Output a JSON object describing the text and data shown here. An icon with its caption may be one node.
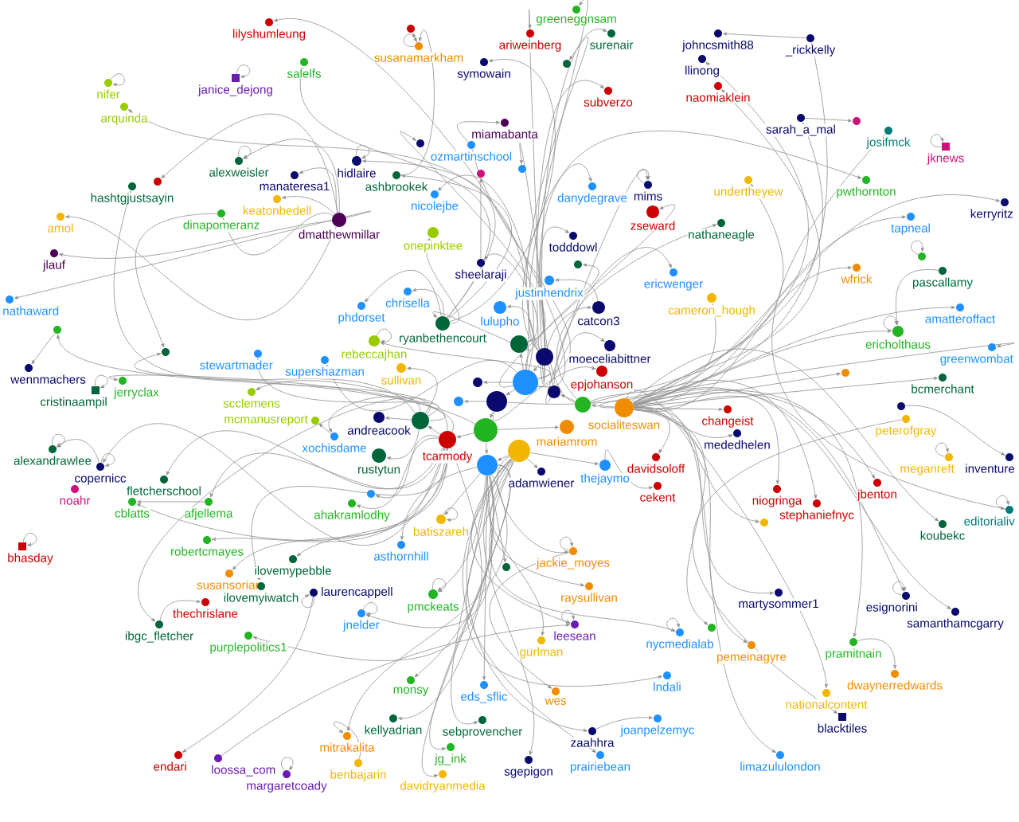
{
  "diagram": {
    "nodes": [
      {
        "text": [
          "greeneggnsam"
        ]
      },
      {
        "text": [
          "lilyshumleung"
        ]
      },
      {
        "text": [],
        "shape": "circle"
      },
      {
        "text": [
          "ariweinberg"
        ]
      },
      {
        "text": [
          "surenair"
        ]
      },
      {
        "text": [
          "johncsmith88"
        ]
      },
      {
        "text": [
          "_rickkelly"
        ]
      },
      {
        "text": [
          "susanamarkham"
        ]
      },
      {
        "text": [
          "llinong"
        ]
      },
      {
        "text": [
          "salelfs"
        ]
      },
      {
        "text": [
          "symowain"
        ]
      },
      {
        "text": [],
        "shape": "circle"
      },
      {
        "text": [
          "janice_dejong"
        ]
      },
      {
        "text": [
          "nifer"
        ]
      },
      {
        "text": [
          "naomiaklein"
        ]
      },
      {
        "text": [
          "subverzo"
        ]
      },
      {
        "text": [
          "arquinda"
        ]
      },
      {
        "text": [
          "sarah_a_mal"
        ]
      },
      {
        "text": [],
        "shape": "circle"
      },
      {
        "text": [
          "miamabanta"
        ]
      },
      {
        "text": [
          "josifmck"
        ]
      },
      {
        "text": [
          "jknews"
        ]
      },
      {
        "text": [],
        "shape": "circle"
      },
      {
        "text": [
          "ozmartinschool"
        ]
      },
      {
        "text": [
          "hidlaire"
        ]
      },
      {
        "text": [
          "alexweisler"
        ]
      },
      {
        "text": [],
        "shape": "circle"
      },
      {
        "text": [],
        "shape": "circle"
      },
      {
        "text": [
          "ashbrookek"
        ]
      },
      {
        "text": [
          "manateresa1"
        ]
      },
      {
        "text": [
          "undertheyew"
        ]
      },
      {
        "text": [
          "pwthornton"
        ]
      },
      {
        "text": [],
        "shape": "circle"
      },
      {
        "text": [
          "hashtgjustsayin"
        ]
      },
      {
        "text": [
          "danydegrave"
        ]
      },
      {
        "text": [
          "mims"
        ]
      },
      {
        "text": [
          "keatonbedell"
        ]
      },
      {
        "text": [
          "nicolejbe"
        ]
      },
      {
        "text": [
          "kerryritz"
        ]
      },
      {
        "text": [
          "dinapomeranz"
        ]
      },
      {
        "text": [
          "zseward"
        ]
      },
      {
        "text": [
          "amol"
        ]
      },
      {
        "text": [
          "tapneal"
        ]
      },
      {
        "text": [
          "dmatthewmillar"
        ]
      },
      {
        "text": [
          "nathaneagle"
        ]
      },
      {
        "text": [
          "onepinktee"
        ]
      },
      {
        "text": [
          "todddowl"
        ]
      },
      {
        "text": [
          "jlauf"
        ]
      },
      {
        "text": [],
        "shape": "circle"
      },
      {
        "text": [
          "sheelaraji"
        ]
      },
      {
        "text": [],
        "shape": "circle"
      },
      {
        "text": [
          "wfrick"
        ]
      },
      {
        "text": [
          "pascallamy"
        ]
      },
      {
        "text": [
          "ericwenger"
        ]
      },
      {
        "text": [
          "justinhendrix"
        ]
      },
      {
        "text": [
          "chrisella"
        ]
      },
      {
        "text": [
          "cameron_hough"
        ]
      },
      {
        "text": [
          "nathaward"
        ]
      },
      {
        "text": [
          "lulupho"
        ]
      },
      {
        "text": [
          "phdorset"
        ]
      },
      {
        "text": [
          "catcon3"
        ]
      },
      {
        "text": [
          "amatteroffact"
        ]
      },
      {
        "text": [],
        "shape": "circle"
      },
      {
        "text": [
          "ericholthaus"
        ]
      },
      {
        "text": [],
        "shape": "circle"
      },
      {
        "text": [
          "ryanbethencourt"
        ]
      },
      {
        "text": [
          "rebeccajhan"
        ]
      },
      {
        "text": [],
        "shape": "circle"
      },
      {
        "text": [],
        "shape": "circle"
      },
      {
        "text": [
          "moeceliabittner"
        ]
      },
      {
        "text": [
          "greenwombat"
        ]
      },
      {
        "text": [
          "supershazman"
        ]
      },
      {
        "text": [],
        "shape": "circle"
      },
      {
        "text": [
          "stewartmader"
        ]
      },
      {
        "text": [
          "wennmachers"
        ]
      },
      {
        "text": [
          "sullivan"
        ]
      },
      {
        "text": [
          "epjohanson"
        ]
      },
      {
        "text": [],
        "shape": "circle"
      },
      {
        "text": [],
        "shape": "circle"
      },
      {
        "text": [
          "bcmerchant"
        ]
      },
      {
        "text": [
          "cristinaampil"
        ]
      },
      {
        "text": [
          "jerryclax"
        ]
      },
      {
        "text": [],
        "shape": "circle"
      },
      {
        "text": [],
        "shape": "circle"
      },
      {
        "text": [
          "scclemens"
        ]
      },
      {
        "text": [],
        "shape": "circle"
      },
      {
        "text": [],
        "shape": "circle"
      },
      {
        "text": [
          "socialiteswan"
        ]
      },
      {
        "text": [
          "changeist"
        ]
      },
      {
        "text": [
          "mcmanusreport"
        ]
      },
      {
        "text": [],
        "shape": "circle"
      },
      {
        "text": [
          "andreacook"
        ]
      },
      {
        "text": [
          "peterofgray"
        ]
      },
      {
        "text": [],
        "shape": "circle"
      },
      {
        "text": [
          "mariamrom"
        ]
      },
      {
        "text": [],
        "shape": "circle"
      },
      {
        "text": [
          "xochisdame"
        ]
      },
      {
        "text": [
          "mededhelen"
        ]
      },
      {
        "text": [
          "tcarmody"
        ]
      },
      {
        "text": [],
        "shape": "circle"
      },
      {
        "text": [
          "alexandrawlee"
        ]
      },
      {
        "text": [
          "rustytun"
        ]
      },
      {
        "text": [],
        "shape": "circle"
      },
      {
        "text": [
          "davidsoloff"
        ]
      },
      {
        "text": [
          "meganreft"
        ]
      },
      {
        "text": [
          "inventure"
        ]
      },
      {
        "text": [
          "adamwiener"
        ]
      },
      {
        "text": [
          "thejaymo"
        ]
      },
      {
        "text": [
          "copernicc"
        ]
      },
      {
        "text": [
          "fletcherschool"
        ]
      },
      {
        "text": [
          "cekent"
        ]
      },
      {
        "text": [
          "jbenton"
        ]
      },
      {
        "text": [
          "noahr"
        ]
      },
      {
        "text": [
          "niogringa"
        ]
      },
      {
        "text": [],
        "shape": "circle"
      },
      {
        "text": [
          "ahakramlodhy"
        ]
      },
      {
        "text": [
          "cblatts"
        ]
      },
      {
        "text": [
          "afjellema"
        ]
      },
      {
        "text": [
          "stephaniefnyc"
        ]
      },
      {
        "text": [
          "editorialiv"
        ]
      },
      {
        "text": [],
        "shape": "circle"
      },
      {
        "text": [
          "batiszareh"
        ]
      },
      {
        "text": [
          "koubekc"
        ]
      },
      {
        "text": [
          "robertcmayes"
        ]
      },
      {
        "text": [
          "asthornhill"
        ]
      },
      {
        "text": [
          "bhasday"
        ]
      },
      {
        "text": [
          "jackie_moyes"
        ]
      },
      {
        "text": [
          "ilovemypebble"
        ]
      },
      {
        "text": [],
        "shape": "circle"
      },
      {
        "text": [
          "susansorian"
        ]
      },
      {
        "text": [
          "raysullivan"
        ]
      },
      {
        "text": [
          "ilovemyiwatch"
        ]
      },
      {
        "text": [
          "laurencappell"
        ]
      },
      {
        "text": [
          "martysommer1"
        ]
      },
      {
        "text": [
          "pmckeats"
        ]
      },
      {
        "text": [
          "esignorini"
        ]
      },
      {
        "text": [
          "thechrislane"
        ]
      },
      {
        "text": [
          "samanthamcgarry"
        ]
      },
      {
        "text": [
          "ibgc_fletcher"
        ]
      },
      {
        "text": [
          "jnelder"
        ]
      },
      {
        "text": [
          "leesean"
        ]
      },
      {
        "text": [],
        "shape": "circle"
      },
      {
        "text": [
          "nycmedialab"
        ]
      },
      {
        "text": [
          "purplepolitics1"
        ]
      },
      {
        "text": [
          "gurlman"
        ]
      },
      {
        "text": [
          "pramitnain"
        ]
      },
      {
        "text": [
          "pemeinagyre"
        ]
      },
      {
        "text": [
          "dwaynerredwards"
        ]
      },
      {
        "text": [
          "lndali"
        ]
      },
      {
        "text": [
          "monsy"
        ]
      },
      {
        "text": [
          "eds_sflic"
        ]
      },
      {
        "text": [
          "wes"
        ]
      },
      {
        "text": [
          "nationalcontent"
        ]
      },
      {
        "text": [
          "blacktiles"
        ]
      },
      {
        "text": [
          "joanpelzemyc"
        ]
      },
      {
        "text": [
          "kellyadrian"
        ]
      },
      {
        "text": [
          "sebprovencher"
        ]
      },
      {
        "text": [
          "zaahhra"
        ]
      },
      {
        "text": [
          "mitrakalita"
        ]
      },
      {
        "text": [
          "jg_ink"
        ]
      },
      {
        "text": [
          "endari"
        ]
      },
      {
        "text": [
          "limazululondon"
        ]
      },
      {
        "text": [
          "prairiebean"
        ]
      },
      {
        "text": [
          "loossa_com"
        ]
      },
      {
        "text": [
          "sgepigon"
        ]
      },
      {
        "text": [
          "benbajarin"
        ]
      },
      {
        "text": [
          "davidryanmedia"
        ]
      },
      {
        "text": [
          "margaretcoady"
        ]
      }
    ],
    "edges": [
      {
        "from": 68,
        "to": 0,
        "arrow": "to"
      },
      {
        "from": 78,
        "to": 1,
        "arrow": "to"
      },
      {
        "from": 7,
        "to": 2,
        "arrow": "to"
      },
      {
        "from": 68,
        "to": 3,
        "arrow": "to"
      },
      {
        "from": 85,
        "to": 4,
        "arrow": "to"
      },
      {
        "from": 6,
        "to": 5,
        "arrow": "to"
      },
      {
        "from": 82,
        "to": 6,
        "arrow": "to"
      },
      {
        "from": 7,
        "to": 7,
        "arrow": "to"
      },
      {
        "from": 28,
        "to": 7,
        "arrow": "to"
      },
      {
        "from": 87,
        "to": 8,
        "arrow": "to"
      },
      {
        "from": 65,
        "to": 9,
        "arrow": "to"
      },
      {
        "from": 65,
        "to": 10,
        "arrow": "to"
      },
      {
        "from": 68,
        "to": 11,
        "arrow": "to"
      },
      {
        "from": 12,
        "to": 12,
        "arrow": "to"
      },
      {
        "from": 13,
        "to": 13,
        "arrow": "to"
      },
      {
        "from": 85,
        "to": 14,
        "arrow": "to"
      },
      {
        "from": 68,
        "to": 15,
        "arrow": "to"
      },
      {
        "from": 78,
        "to": 16,
        "arrow": "to"
      },
      {
        "from": 17,
        "to": 18,
        "arrow": "to"
      },
      {
        "from": 87,
        "to": 17,
        "arrow": "to"
      },
      {
        "from": 23,
        "to": 19,
        "arrow": "to"
      },
      {
        "from": 20,
        "to": 119,
        "arrow": "to"
      },
      {
        "from": 21,
        "to": 21,
        "arrow": "to"
      },
      {
        "from": 67,
        "to": 22,
        "arrow": "to"
      },
      {
        "from": 78,
        "to": 23,
        "arrow": "to"
      },
      {
        "from": 24,
        "to": 24,
        "arrow": "to"
      },
      {
        "from": 65,
        "to": 24,
        "arrow": "to"
      },
      {
        "from": 25,
        "to": 25,
        "arrow": "to"
      },
      {
        "from": 43,
        "to": 25,
        "arrow": "to"
      },
      {
        "from": 49,
        "to": 26,
        "arrow": "to"
      },
      {
        "from": 68,
        "to": 27,
        "arrow": "to"
      },
      {
        "from": 65,
        "to": 28,
        "arrow": "to"
      },
      {
        "from": 43,
        "to": 29,
        "arrow": "to"
      },
      {
        "from": 87,
        "to": 30,
        "arrow": "to"
      },
      {
        "from": 83,
        "to": 31,
        "arrow": "to"
      },
      {
        "from": 43,
        "to": 32,
        "arrow": "to"
      },
      {
        "from": 93,
        "to": 33,
        "arrow": "to"
      },
      {
        "from": 68,
        "to": 34,
        "arrow": "to"
      },
      {
        "from": 35,
        "to": 35,
        "arrow": "to"
      },
      {
        "from": 83,
        "to": 35,
        "arrow": "to"
      },
      {
        "from": 43,
        "to": 36,
        "arrow": "to"
      },
      {
        "from": 78,
        "to": 37,
        "arrow": "to"
      },
      {
        "from": 87,
        "to": 38,
        "arrow": "to"
      },
      {
        "from": 39,
        "to": 72,
        "arrow": "to"
      },
      {
        "from": 43,
        "to": 39,
        "arrow": "to"
      },
      {
        "from": 78,
        "to": 40,
        "arrow": "to"
      },
      {
        "from": 43,
        "to": 41,
        "arrow": "to"
      },
      {
        "from": 87,
        "to": 42,
        "arrow": "to"
      },
      {
        "from": 43,
        "to": 47,
        "arrow": "to"
      },
      {
        "from": 85,
        "to": 44,
        "arrow": "to"
      },
      {
        "from": 65,
        "to": 45,
        "arrow": "to"
      },
      {
        "from": 68,
        "to": 46,
        "arrow": "to"
      },
      {
        "from": 78,
        "to": 48,
        "arrow": "to"
      },
      {
        "from": 67,
        "to": 49,
        "arrow": "to"
      },
      {
        "from": 50,
        "to": 50,
        "arrow": "to"
      },
      {
        "from": 87,
        "to": 51,
        "arrow": "to"
      },
      {
        "from": 52,
        "to": 63,
        "arrow": "to"
      },
      {
        "from": 83,
        "to": 53,
        "arrow": "to"
      },
      {
        "from": 60,
        "to": 54,
        "arrow": "to"
      },
      {
        "from": 65,
        "to": 55,
        "arrow": "to"
      },
      {
        "from": 85,
        "to": 56,
        "arrow": "to"
      },
      {
        "from": 43,
        "to": 57,
        "arrow": "to"
      },
      {
        "from": 68,
        "to": 58,
        "arrow": "to"
      },
      {
        "from": 65,
        "to": 59,
        "arrow": "to"
      },
      {
        "from": 68,
        "to": 60,
        "arrow": "to"
      },
      {
        "from": 87,
        "to": 61,
        "arrow": "to"
      },
      {
        "from": 78,
        "to": 62,
        "arrow": "to"
      },
      {
        "from": 63,
        "to": 63,
        "arrow": "to"
      },
      {
        "from": 87,
        "to": 63,
        "arrow": "to"
      },
      {
        "from": 93,
        "to": 64,
        "arrow": "to"
      },
      {
        "from": 67,
        "to": 65,
        "arrow": "to"
      },
      {
        "from": 66,
        "to": 66,
        "arrow": "to"
      },
      {
        "from": 78,
        "to": 66,
        "arrow": "to"
      },
      {
        "from": 78,
        "to": 67,
        "arrow": "to"
      },
      {
        "from": 68,
        "to": 78,
        "arrow": "to"
      },
      {
        "from": 78,
        "to": 69,
        "arrow": "to"
      },
      {
        "from": 87,
        "to": 70,
        "arrow": "to"
      },
      {
        "from": 78,
        "to": 71,
        "arrow": "to"
      },
      {
        "from": 95,
        "to": 72,
        "arrow": "to"
      },
      {
        "from": 93,
        "to": 73,
        "arrow": "to"
      },
      {
        "from": 64,
        "to": 74,
        "arrow": "to"
      },
      {
        "from": 93,
        "to": 75,
        "arrow": "to"
      },
      {
        "from": 82,
        "to": 76,
        "arrow": "to"
      },
      {
        "from": 87,
        "to": 77,
        "arrow": "to"
      },
      {
        "from": 78,
        "to": 82,
        "arrow": "to"
      },
      {
        "from": 87,
        "to": 79,
        "arrow": "to"
      },
      {
        "from": 80,
        "to": 80,
        "arrow": "to"
      },
      {
        "from": 98,
        "to": 81,
        "arrow": "to"
      },
      {
        "from": 85,
        "to": 83,
        "arrow": "to"
      },
      {
        "from": 93,
        "to": 84,
        "arrow": "to"
      },
      {
        "from": 87,
        "to": 85,
        "arrow": "to"
      },
      {
        "from": 82,
        "to": 86,
        "arrow": "to"
      },
      {
        "from": 87,
        "to": 88,
        "arrow": "to"
      },
      {
        "from": 96,
        "to": 89,
        "arrow": "to"
      },
      {
        "from": 90,
        "to": 105,
        "arrow": "to"
      },
      {
        "from": 93,
        "to": 91,
        "arrow": "to"
      },
      {
        "from": 92,
        "to": 153,
        "arrow": "to"
      },
      {
        "from": 98,
        "to": 93,
        "arrow": "to"
      },
      {
        "from": 95,
        "to": 94,
        "arrow": "to"
      },
      {
        "from": 82,
        "to": 95,
        "arrow": "to"
      },
      {
        "from": 93,
        "to": 96,
        "arrow": "to"
      },
      {
        "from": 87,
        "to": 97,
        "arrow": "to"
      },
      {
        "from": 95,
        "to": 98,
        "arrow": "to"
      },
      {
        "from": 95,
        "to": 99,
        "arrow": "to"
      },
      {
        "from": 100,
        "to": 100,
        "arrow": "to"
      },
      {
        "from": 108,
        "to": 100,
        "arrow": "to"
      },
      {
        "from": 93,
        "to": 101,
        "arrow": "to"
      },
      {
        "from": 102,
        "to": 99,
        "arrow": "to"
      },
      {
        "from": 87,
        "to": 103,
        "arrow": "to"
      },
      {
        "from": 104,
        "to": 104,
        "arrow": "to"
      },
      {
        "from": 102,
        "to": 106,
        "arrow": "to"
      },
      {
        "from": 102,
        "to": 107,
        "arrow": "to"
      },
      {
        "from": 108,
        "to": 108,
        "arrow": "to"
      },
      {
        "from": 98,
        "to": 108,
        "arrow": "to"
      },
      {
        "from": 98,
        "to": 109,
        "arrow": "to"
      },
      {
        "from": 107,
        "to": 110,
        "arrow": "to"
      },
      {
        "from": 87,
        "to": 111,
        "arrow": "to"
      },
      {
        "from": 87,
        "to": 113,
        "arrow": "to"
      },
      {
        "from": 98,
        "to": 114,
        "arrow": "to"
      },
      {
        "from": 98,
        "to": 115,
        "arrow": "to"
      },
      {
        "from": 98,
        "to": 116,
        "arrow": "to"
      },
      {
        "from": 117,
        "to": 116,
        "arrow": "to"
      },
      {
        "from": 98,
        "to": 117,
        "arrow": "to"
      },
      {
        "from": 87,
        "to": 118,
        "arrow": "to"
      },
      {
        "from": 119,
        "to": 119,
        "arrow": "to"
      },
      {
        "from": 87,
        "to": 120,
        "arrow": "to"
      },
      {
        "from": 121,
        "to": 121,
        "arrow": "to"
      },
      {
        "from": 99,
        "to": 121,
        "arrow": "to"
      },
      {
        "from": 87,
        "to": 122,
        "arrow": "to"
      },
      {
        "from": 98,
        "to": 123,
        "arrow": "to"
      },
      {
        "from": 99,
        "to": 124,
        "arrow": "to"
      },
      {
        "from": 125,
        "to": 125,
        "arrow": "to"
      },
      {
        "from": 126,
        "to": 126,
        "arrow": "to"
      },
      {
        "from": 126,
        "to": 151,
        "arrow": "to"
      },
      {
        "from": 102,
        "to": 126,
        "arrow": "to"
      },
      {
        "from": 98,
        "to": 127,
        "arrow": "to"
      },
      {
        "from": 99,
        "to": 128,
        "arrow": "to"
      },
      {
        "from": 98,
        "to": 129,
        "arrow": "to"
      },
      {
        "from": 102,
        "to": 130,
        "arrow": "to"
      },
      {
        "from": 98,
        "to": 131,
        "arrow": "to"
      },
      {
        "from": 132,
        "to": 132,
        "arrow": "to"
      },
      {
        "from": 132,
        "to": 160,
        "arrow": "to"
      },
      {
        "from": 87,
        "to": 133,
        "arrow": "to"
      },
      {
        "from": 134,
        "to": 134,
        "arrow": "to"
      },
      {
        "from": 99,
        "to": 134,
        "arrow": "to"
      },
      {
        "from": 135,
        "to": 135,
        "arrow": "to"
      },
      {
        "from": 87,
        "to": 135,
        "arrow": "to"
      },
      {
        "from": 138,
        "to": 136,
        "arrow": "to"
      },
      {
        "from": 87,
        "to": 137,
        "arrow": "to"
      },
      {
        "from": 98,
        "to": 138,
        "arrow": "to"
      },
      {
        "from": 139,
        "to": 139,
        "arrow": "to"
      },
      {
        "from": 99,
        "to": 139,
        "arrow": "to"
      },
      {
        "from": 140,
        "to": 140,
        "arrow": "to"
      },
      {
        "from": 163,
        "to": 140,
        "arrow": "to"
      },
      {
        "from": 102,
        "to": 140,
        "arrow": "to"
      },
      {
        "from": 87,
        "to": 141,
        "arrow": "to"
      },
      {
        "from": 142,
        "to": 142,
        "arrow": "to"
      },
      {
        "from": 102,
        "to": 142,
        "arrow": "to"
      },
      {
        "from": 98,
        "to": 143,
        "arrow": "to"
      },
      {
        "from": 102,
        "to": 144,
        "arrow": "to"
      },
      {
        "from": 145,
        "to": 147,
        "arrow": "to"
      },
      {
        "from": 87,
        "to": 145,
        "arrow": "to"
      },
      {
        "from": 87,
        "to": 146,
        "arrow": "to"
      },
      {
        "from": 102,
        "to": 148,
        "arrow": "to"
      },
      {
        "from": 99,
        "to": 149,
        "arrow": "to"
      },
      {
        "from": 99,
        "to": 150,
        "arrow": "to"
      },
      {
        "from": 87,
        "to": 152,
        "arrow": "to"
      },
      {
        "from": 157,
        "to": 154,
        "arrow": "to"
      },
      {
        "from": 99,
        "to": 155,
        "arrow": "to"
      },
      {
        "from": 99,
        "to": 156,
        "arrow": "to"
      },
      {
        "from": 102,
        "to": 157,
        "arrow": "to"
      },
      {
        "from": 99,
        "to": 158,
        "arrow": "to"
      },
      {
        "from": 99,
        "to": 159,
        "arrow": "to"
      },
      {
        "from": 87,
        "to": 161,
        "arrow": "to"
      },
      {
        "from": 102,
        "to": 162,
        "arrow": "to"
      },
      {
        "from": 102,
        "to": 164,
        "arrow": "to"
      },
      {
        "from": 165,
        "to": 158,
        "arrow": "to"
      },
      {
        "from": 99,
        "to": 166,
        "arrow": "to"
      },
      {
        "from": 167,
        "to": 167,
        "arrow": "to"
      }
    ]
  }
}
